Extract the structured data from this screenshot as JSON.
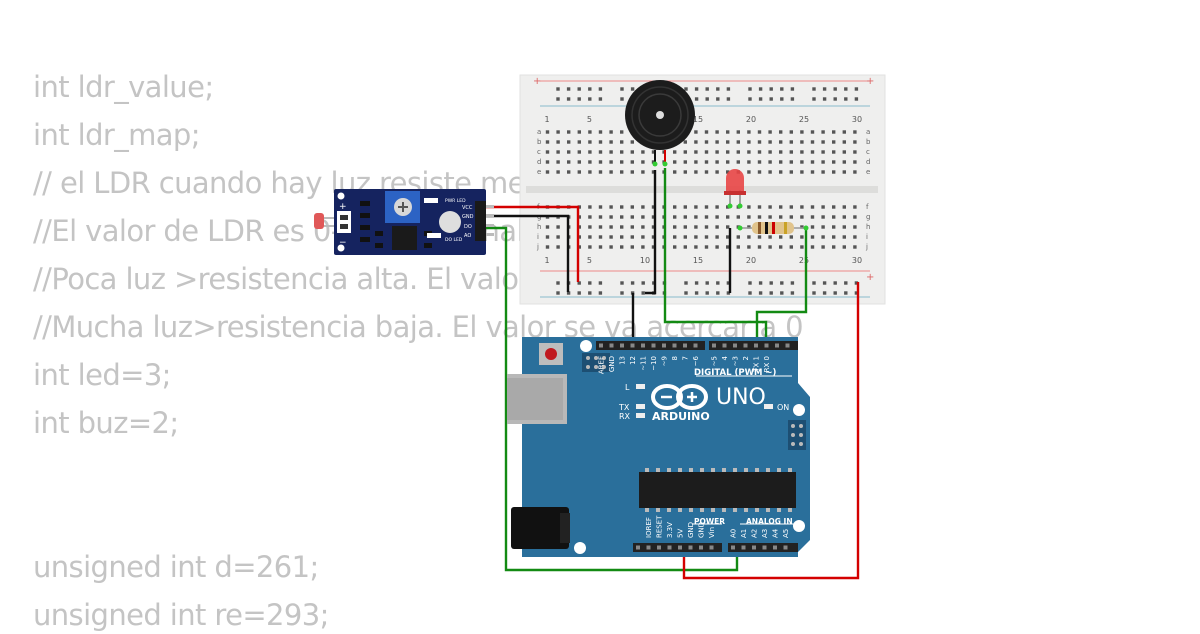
{
  "code_lines": [
    "int ldr_value;",
    "int ldr_map;",
    "// el LDR cuando hay luz resiste menos",
    "//El valor de LDR es 0-1023 en analogica",
    "//Poca luz >resistencia alta. El valor se va acercar a 1023",
    "//Mucha luz>resistencia baja. El valor se va acercar a 0",
    "int led=3;",
    "int buz=2;",
    "",
    "",
    "unsigned int d=261;",
    "unsigned int re=293;"
  ],
  "breadboard": {
    "column_numbers": [
      "1",
      "5",
      "10",
      "15",
      "20",
      "25",
      "30"
    ],
    "row_letters_top": [
      "a",
      "b",
      "c",
      "d",
      "e"
    ],
    "row_letters_bottom": [
      "f",
      "g",
      "h",
      "i",
      "j"
    ]
  },
  "ldr_module": {
    "pins": [
      "VCC",
      "GND",
      "DO",
      "AO"
    ],
    "leds": [
      "PWR LED",
      "DO LED"
    ],
    "polarity": [
      "+",
      "−"
    ]
  },
  "arduino": {
    "brand": "ARDUINO",
    "model": "UNO",
    "digital_label": "DIGITAL (PWM ~)",
    "on_label": "ON",
    "l_label": "L",
    "tx_label": "TX",
    "rx_label": "RX",
    "digital_pins": [
      "AREF",
      "GND",
      "13",
      "12",
      "~11",
      "~10",
      "~9",
      "8",
      "7",
      "~6",
      "~5",
      "4",
      "~3",
      "2",
      "TX 1",
      "RX 0"
    ],
    "power_label": "POWER",
    "power_pins": [
      "IOREF",
      "RESET",
      "3.3V",
      "5V",
      "GND",
      "GND",
      "Vin"
    ],
    "analog_label": "ANALOG IN",
    "analog_pins": [
      "A0",
      "A1",
      "A2",
      "A3",
      "A4",
      "A5"
    ]
  },
  "colors": {
    "wire_red": "#d40000",
    "wire_black": "#111111",
    "wire_green": "#138a13",
    "board_blue": "#2a6f9b",
    "module_navy": "#15235f"
  }
}
